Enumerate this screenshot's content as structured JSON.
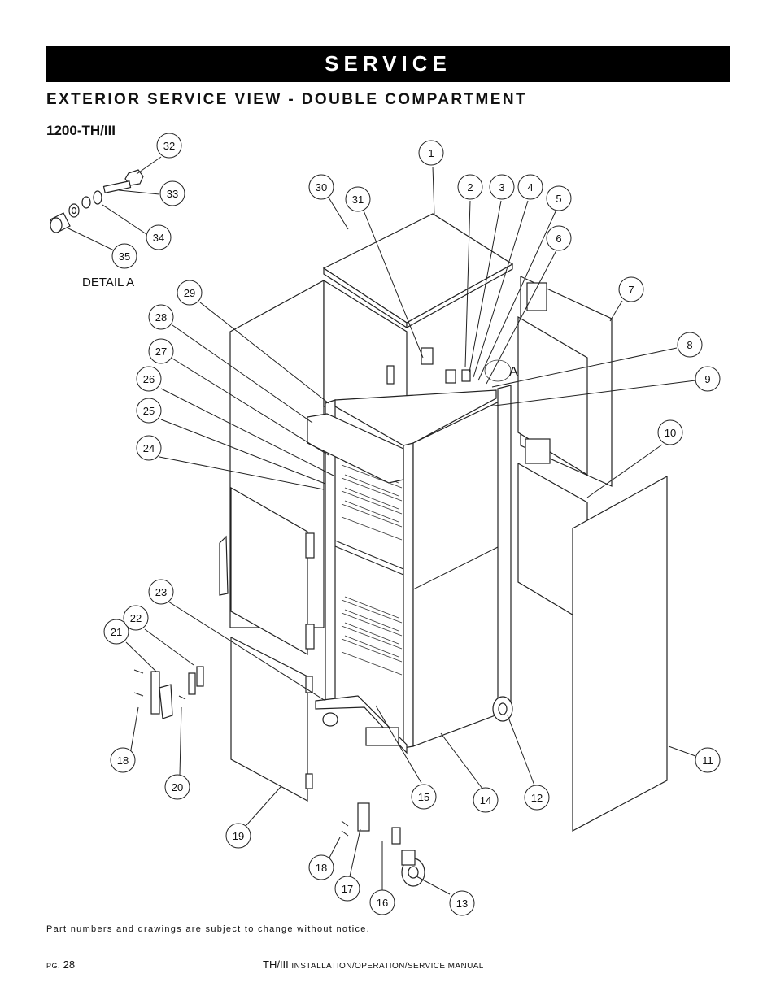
{
  "banner": {
    "title": "SERVICE"
  },
  "section": {
    "title": "EXTERIOR SERVICE VIEW - DOUBLE COMPARTMENT"
  },
  "model": {
    "label": "1200-TH/III"
  },
  "detail": {
    "label": "DETAIL A",
    "marker": "A"
  },
  "notice": {
    "text": "Part numbers and drawings are subject to change without notice."
  },
  "footer": {
    "pg_prefix": "PG.",
    "pg_number": "28",
    "manual_prefix": "TH/III",
    "manual_rest": "INSTALLATION/OPERATION/SERVICE MANUAL"
  },
  "callouts": [
    "1",
    "2",
    "3",
    "4",
    "5",
    "6",
    "7",
    "8",
    "9",
    "10",
    "11",
    "12",
    "13",
    "14",
    "15",
    "16",
    "17",
    "18",
    "18",
    "19",
    "20",
    "21",
    "22",
    "23",
    "24",
    "25",
    "26",
    "27",
    "28",
    "29",
    "30",
    "31",
    "32",
    "33",
    "34",
    "35"
  ],
  "colors": {
    "ink": "#111111",
    "banner_bg": "#000000",
    "banner_text": "#ffffff"
  }
}
